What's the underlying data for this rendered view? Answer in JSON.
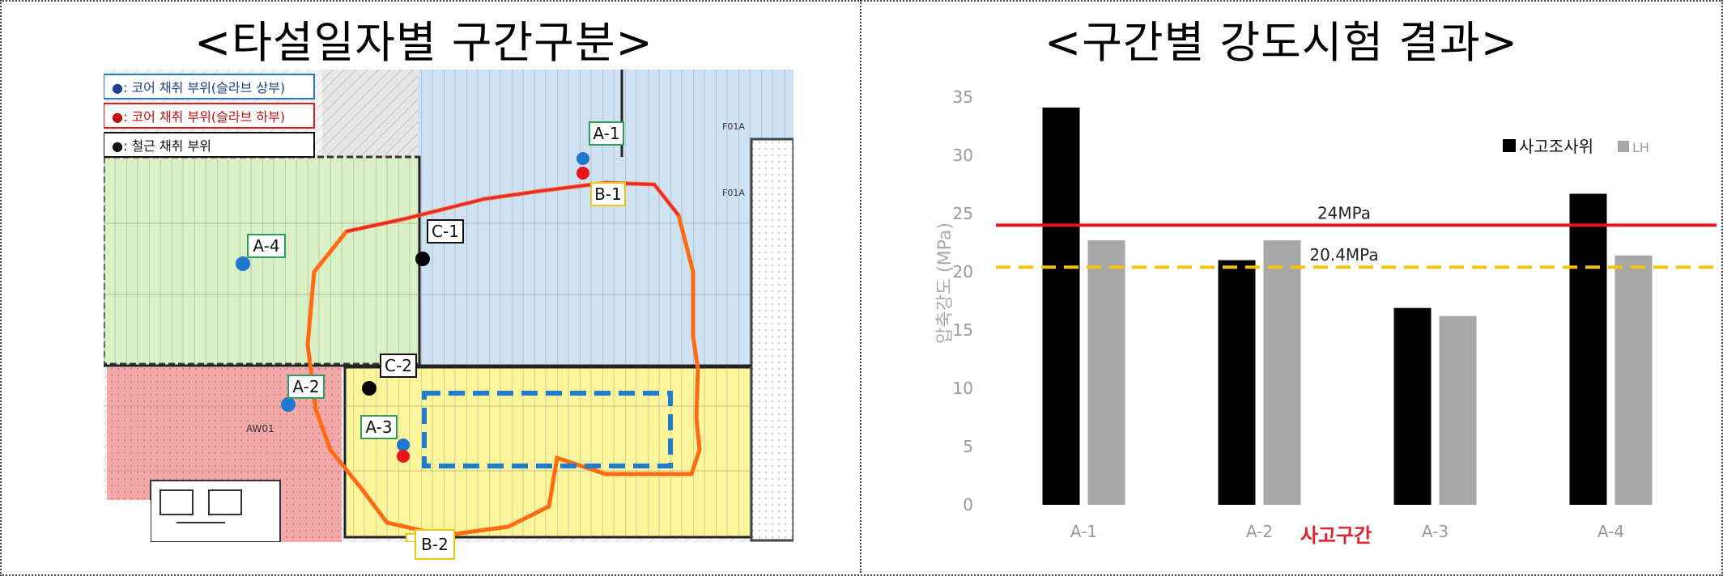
{
  "left_panel": {
    "title": "<타설일자별 구간구분>",
    "legend": [
      {
        "label": "●: 코어 채취 부위(슬라브 상부)",
        "color": "#1f77d0"
      },
      {
        "label": "●: 코어 채취 부위(슬라브 하부)",
        "color": "#e8161b"
      },
      {
        "label": "●: 철근 채취 부위",
        "color": "#000000"
      }
    ],
    "zone_labels": [
      "A-1",
      "B-1",
      "A-4",
      "C-1",
      "C-2",
      "A-2",
      "A-3",
      "B-2"
    ],
    "plan_codes": [
      "AW01",
      "F01A",
      "F01A"
    ],
    "colors": {
      "zone_green": "#d9f0c4",
      "zone_blue": "#cfe2f3",
      "zone_red": "#f4a9a8",
      "zone_yellow": "#fdf59c",
      "collapse_outline": "#ff6a13",
      "inner_outline": "#e5263b",
      "dashed_box": "#1f7ad0"
    }
  },
  "right_panel": {
    "title": "<구간별 강도시험 결과>"
  },
  "chart_data": {
    "type": "bar",
    "categories": [
      "A-1",
      "A-2",
      "A-3",
      "A-4"
    ],
    "series": [
      {
        "name": "사고조사위",
        "values": [
          34.1,
          21.0,
          16.9,
          26.7
        ],
        "color": "#000000"
      },
      {
        "name": "LH",
        "values": [
          22.7,
          22.7,
          16.2,
          21.4
        ],
        "color": "#a6a6a6"
      }
    ],
    "ylim": [
      0,
      35
    ],
    "yticks": [
      0,
      5,
      10,
      15,
      20,
      25,
      30,
      35
    ],
    "ylabel": "압축강도 (MPa)",
    "xlabel": "사고구간",
    "xlabel_color": "#e0202a",
    "reference_lines": [
      {
        "label": "24MPa",
        "value": 24,
        "color": "#e8161b",
        "style": "solid"
      },
      {
        "label": "20.4MPa",
        "value": 20.4,
        "color": "#f2c40f",
        "style": "dashed"
      }
    ],
    "grid": false,
    "legend_position": "top-right"
  }
}
